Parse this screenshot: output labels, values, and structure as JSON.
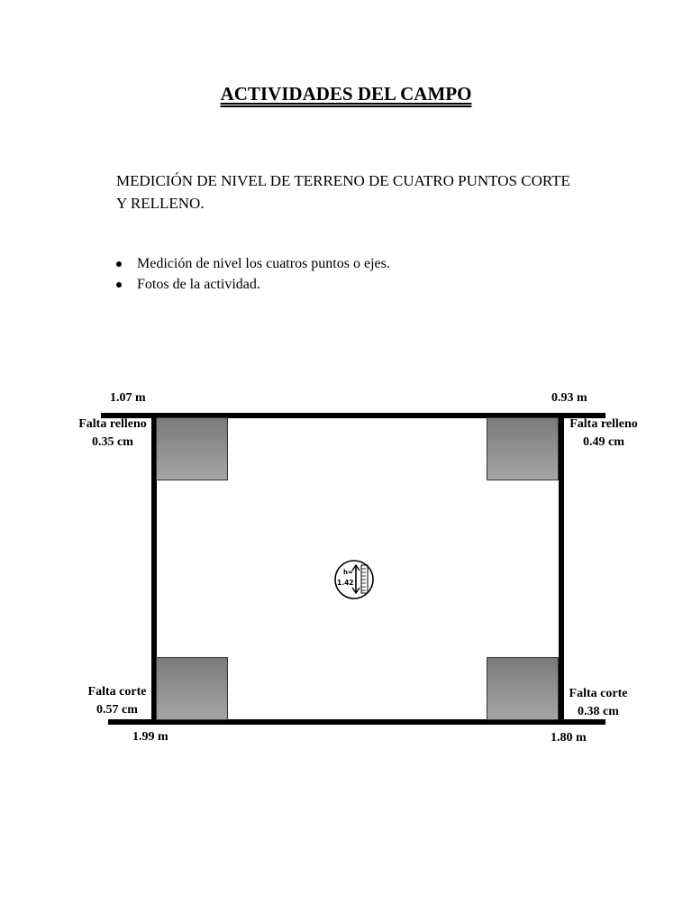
{
  "doc": {
    "title": "ACTIVIDADES DEL CAMPO",
    "subtitle_line1": "MEDICIÓN DE NIVEL DE TERRENO DE CUATRO PUNTOS CORTE",
    "subtitle_line2": "Y RELLENO.",
    "bullets": [
      "Medición de nivel los cuatros puntos o ejes.",
      "Fotos de la actividad."
    ]
  },
  "diagram": {
    "corners": {
      "top_left": {
        "level": "1.07 m",
        "status": "Falta relleno",
        "amount": "0.35 cm"
      },
      "top_right": {
        "level": "0.93 m",
        "status": "Falta relleno",
        "amount": "0.49 cm"
      },
      "bottom_left": {
        "level": "1.99 m",
        "status": "Falta corte",
        "amount": "0.57 cm"
      },
      "bottom_right": {
        "level": "1.80 m",
        "status": "Falta corte",
        "amount": "0.38 cm"
      }
    },
    "center_gauge": {
      "prefix": "h=",
      "value": "1.42",
      "icon": "level-gauge-icon"
    }
  }
}
